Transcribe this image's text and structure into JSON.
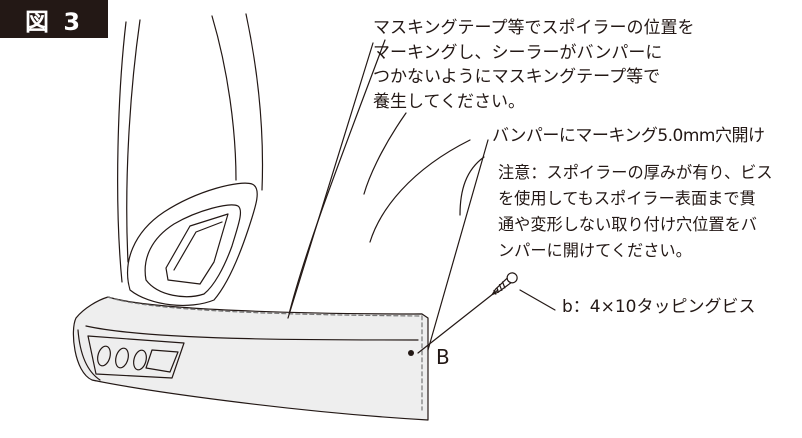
{
  "figure_label": "図 3",
  "callouts": {
    "masking_note": [
      "マスキングテープ等でスポイラーの位置を",
      "マーキングし、シーラーがバンパーに",
      "つかないようにマスキングテープ等で",
      "養生してください。"
    ],
    "hole_title": "バンパーにマーキング5.0mm穴開け",
    "hole_caution": [
      "注意：スポイラーの厚みが有り、ビス",
      "を使用してもスポイラー表面まで貫",
      "通や変形しない取り付け穴位置をバ",
      "ンパーに開けてください。"
    ],
    "screw_label": "b：4×10タッピングビス",
    "point_label": "B"
  },
  "colors": {
    "line": "#231815",
    "spoiler_fill": "#eeeeee",
    "dashed_marking": "#777777",
    "label_bg": "#231815"
  }
}
